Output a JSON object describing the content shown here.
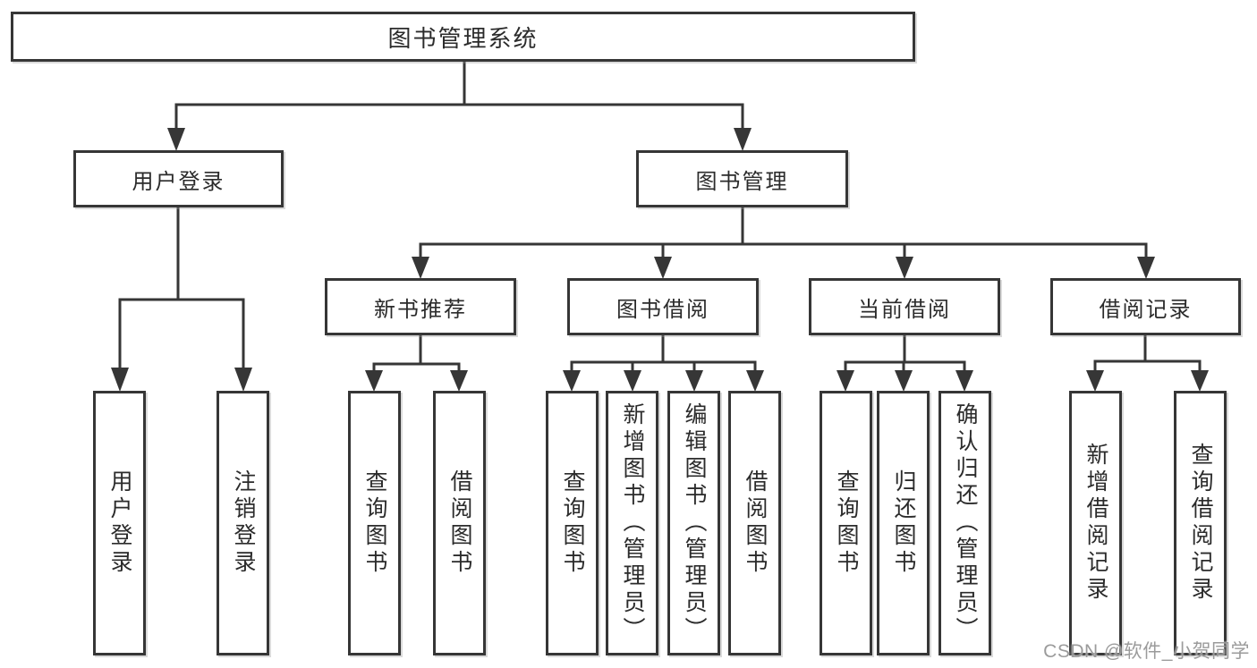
{
  "nodes": {
    "root": {
      "label": "图书管理系统"
    },
    "user_login": {
      "label": "用户登录"
    },
    "book_mgmt": {
      "label": "图书管理"
    },
    "new_book_rec": {
      "label": "新书推荐"
    },
    "book_borrow": {
      "label": "图书借阅"
    },
    "current_borrow": {
      "label": "当前借阅"
    },
    "borrow_record": {
      "label": "借阅记录"
    },
    "ul_login": {
      "label": "用户登录"
    },
    "ul_logout": {
      "label": "注销登录"
    },
    "nb_query": {
      "label": "查询图书"
    },
    "nb_borrow": {
      "label": "借阅图书"
    },
    "bb_query": {
      "label": "查询图书"
    },
    "bb_add": {
      "label": "新增图书（管理员）"
    },
    "bb_edit": {
      "label": "编辑图书（管理员）"
    },
    "bb_borrow": {
      "label": "借阅图书"
    },
    "cb_query": {
      "label": "查询图书"
    },
    "cb_return": {
      "label": "归还图书"
    },
    "cb_confirm": {
      "label": "确认归还（管理员）"
    },
    "br_add": {
      "label": "新增借阅记录"
    },
    "br_query": {
      "label": "查询借阅记录"
    }
  },
  "hierarchy": [
    {
      "parent": "图书管理系统",
      "children": [
        "用户登录",
        "图书管理"
      ]
    },
    {
      "parent": "用户登录",
      "children": [
        "用户登录",
        "注销登录"
      ]
    },
    {
      "parent": "图书管理",
      "children": [
        "新书推荐",
        "图书借阅",
        "当前借阅",
        "借阅记录"
      ]
    },
    {
      "parent": "新书推荐",
      "children": [
        "查询图书",
        "借阅图书"
      ]
    },
    {
      "parent": "图书借阅",
      "children": [
        "查询图书",
        "新增图书（管理员）",
        "编辑图书（管理员）",
        "借阅图书"
      ]
    },
    {
      "parent": "当前借阅",
      "children": [
        "查询图书",
        "归还图书",
        "确认归还（管理员）"
      ]
    },
    {
      "parent": "借阅记录",
      "children": [
        "新增借阅记录",
        "查询借阅记录"
      ]
    }
  ],
  "watermark": {
    "text": "CSDN @软件_小贺同学"
  },
  "colors": {
    "line": "#363636",
    "text": "#2b2b2b",
    "watermark": "#969696",
    "background": "#ffffff"
  }
}
